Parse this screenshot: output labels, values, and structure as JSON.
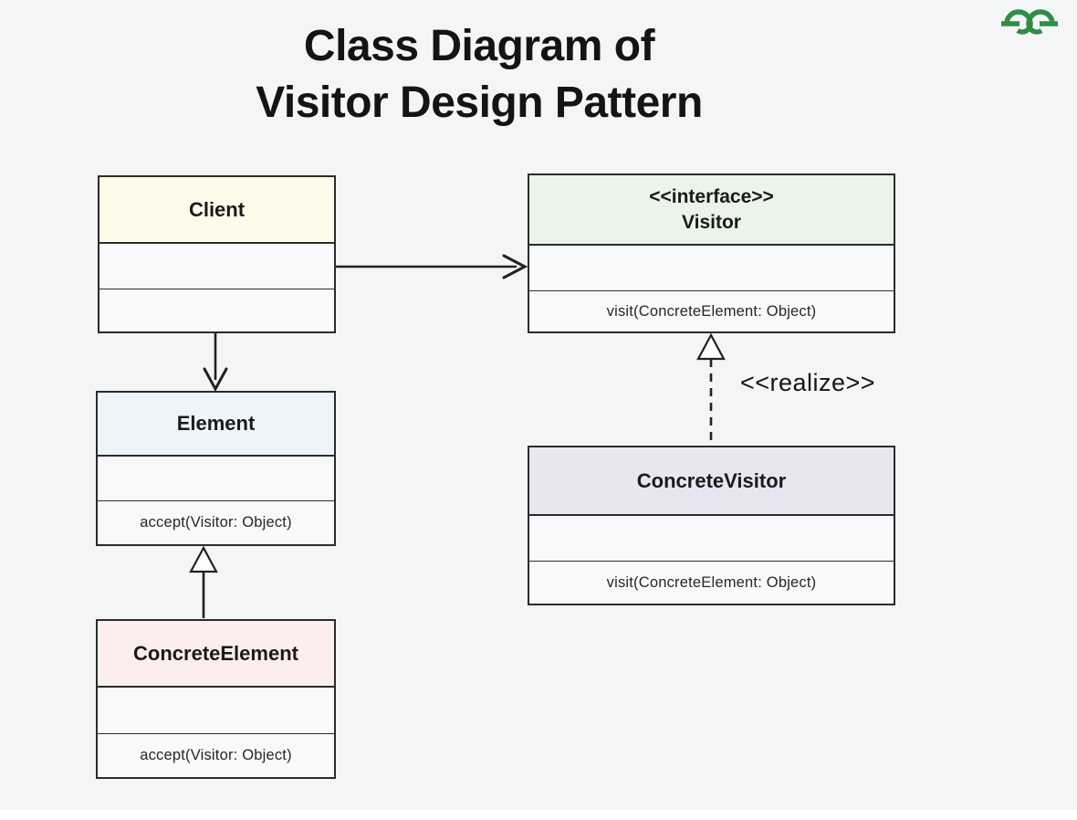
{
  "title": {
    "line1": "Class Diagram of",
    "line2": "Visitor Design Pattern"
  },
  "logo": {
    "name": "GeeksforGeeks",
    "color": "#2F8D46"
  },
  "diagram": {
    "classes": [
      {
        "name": "Client",
        "stereotype": "",
        "attributes": "",
        "methods": ""
      },
      {
        "name": "Element",
        "stereotype": "",
        "attributes": "",
        "methods": "accept(Visitor: Object)"
      },
      {
        "name": "ConcreteElement",
        "stereotype": "",
        "attributes": "",
        "methods": "accept(Visitor: Object)"
      },
      {
        "name": "Visitor",
        "stereotype": "<<interface>>",
        "attributes": "",
        "methods": "visit(ConcreteElement: Object)"
      },
      {
        "name": "ConcreteVisitor",
        "stereotype": "",
        "attributes": "",
        "methods": "visit(ConcreteElement: Object)"
      }
    ],
    "relationships": [
      {
        "from": "Client",
        "to": "Visitor",
        "type": "association-arrow",
        "label": ""
      },
      {
        "from": "Client",
        "to": "Element",
        "type": "association-arrow",
        "label": ""
      },
      {
        "from": "ConcreteElement",
        "to": "Element",
        "type": "generalization",
        "label": ""
      },
      {
        "from": "ConcreteVisitor",
        "to": "Visitor",
        "type": "realization",
        "label": "<<realize>>"
      }
    ],
    "colors": {
      "background": "#F4F5F6",
      "border": "#2B2B2B",
      "client_header": "#FDFBEA",
      "element_header": "#EDF5FB",
      "concrete_element_header": "#FCEDEE",
      "visitor_header": "#EAF4E9",
      "concrete_visitor_header": "#E8E6F0",
      "connector": "#212121",
      "logo_green": "#2F8D46"
    }
  }
}
